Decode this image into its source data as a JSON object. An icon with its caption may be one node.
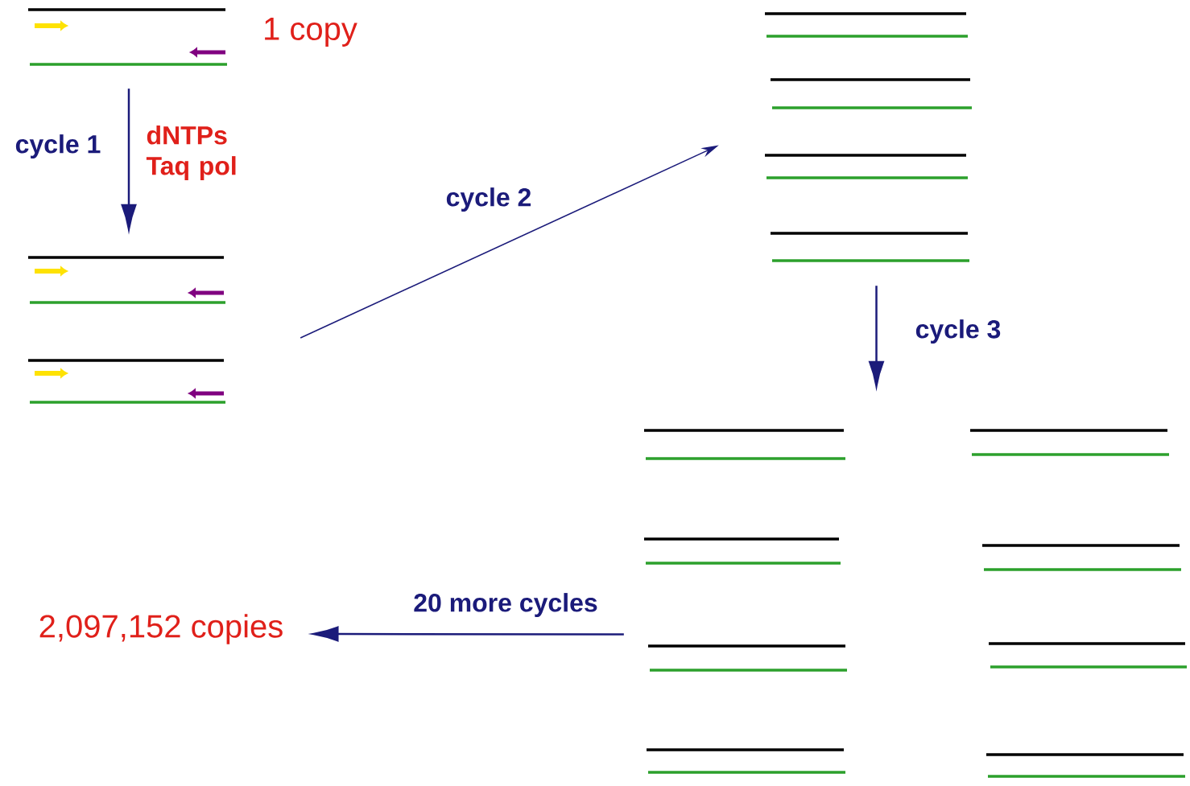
{
  "diagram": {
    "nodes": [
      {
        "text": [],
        "shape": "picture",
        "beside": [
          "1 copy"
        ]
      },
      {
        "text": [],
        "shape": "picture"
      },
      {
        "text": [],
        "shape": "picture"
      },
      {
        "text": [],
        "shape": "picture"
      },
      {
        "text": [
          "2,097,152 copies"
        ]
      }
    ],
    "edges": [
      {
        "from": 0,
        "to": 1,
        "arrow": "to",
        "label": "cycle 1"
      },
      {
        "from": 1,
        "to": 2,
        "arrow": "to",
        "label": "cycle 2"
      },
      {
        "from": 2,
        "to": 3,
        "arrow": "to",
        "label": "cycle 3"
      },
      {
        "from": 3,
        "to": 4,
        "arrow": "to",
        "label": "20 more cycles"
      }
    ],
    "labels": [
      "dNTPs Taq pol"
    ]
  }
}
